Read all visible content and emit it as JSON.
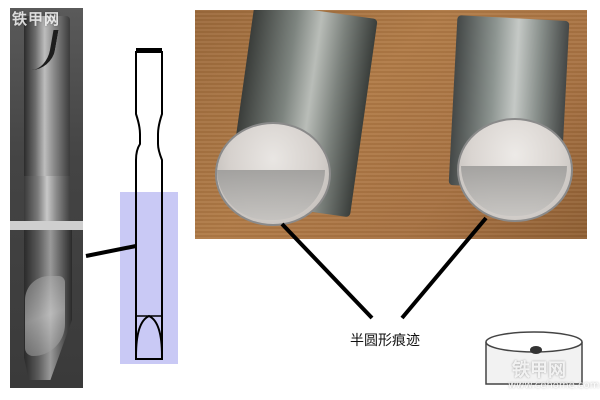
{
  "caption": "半圆形痕迹",
  "watermarks": {
    "top": "铁甲网",
    "bottom": "铁甲网",
    "url": "www.cehome.com"
  },
  "colors": {
    "highlight_fill": "#c9c9f5",
    "line": "#000000",
    "wood": "#a87242"
  },
  "icons": [
    "cylinder-icon"
  ]
}
